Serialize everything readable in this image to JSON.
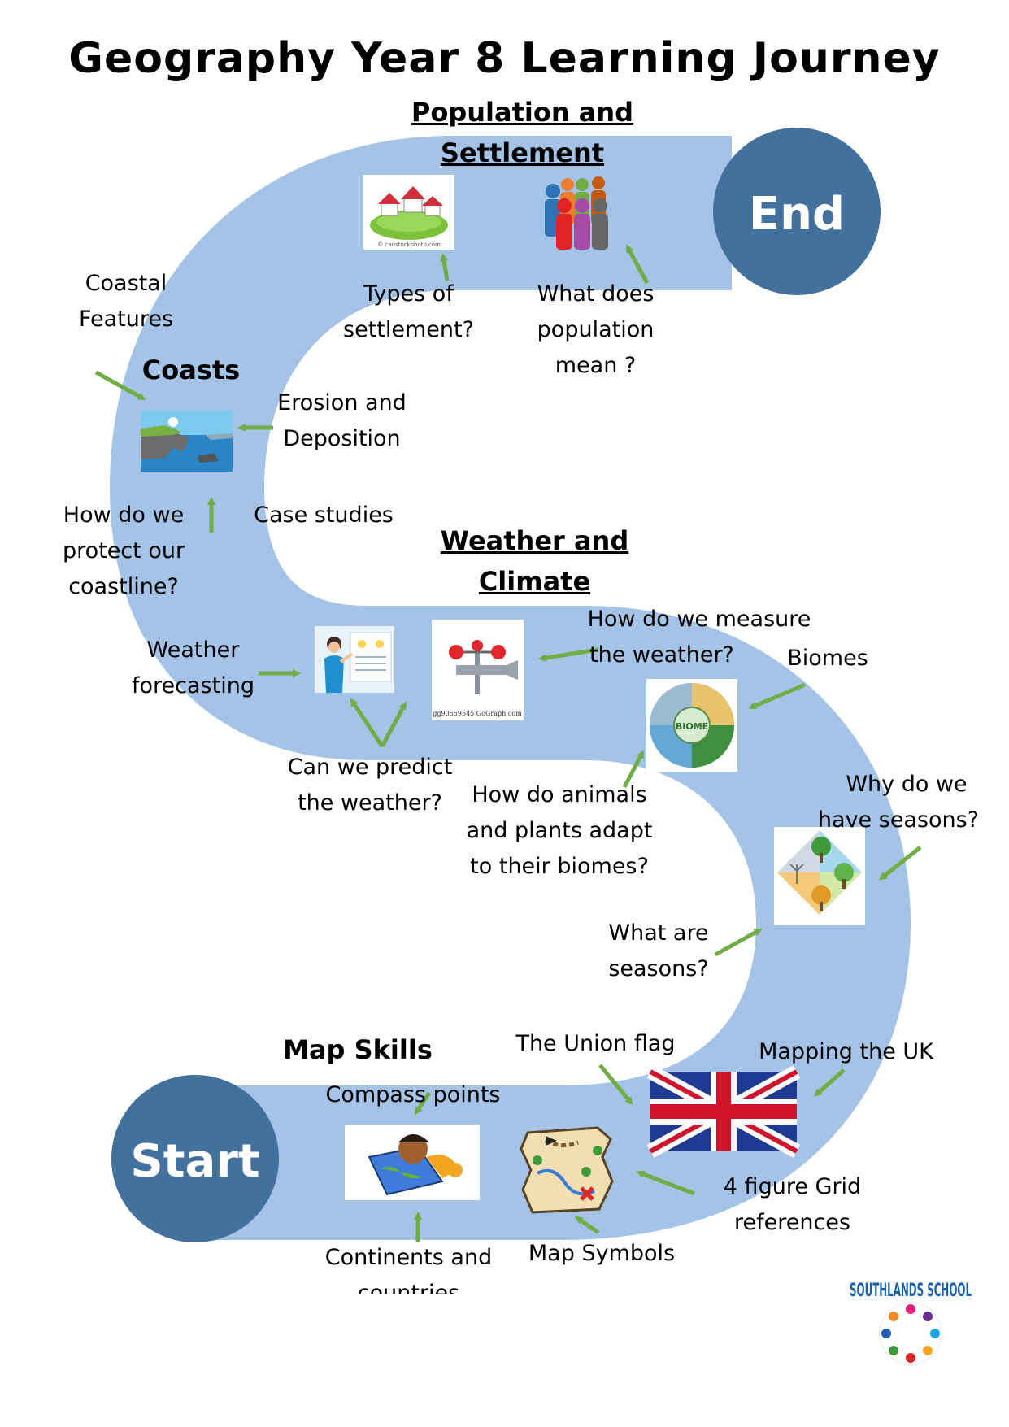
{
  "title": "Geography Year 8 Learning Journey",
  "colors": {
    "path": "#a4c3e6",
    "node": "#41719c",
    "arrow": "#70ad47"
  },
  "nodes": {
    "start": "Start",
    "end": "End"
  },
  "topics": {
    "population": [
      "Population and",
      "Settlement"
    ],
    "coasts": "Coasts",
    "weather": [
      "Weather and",
      "Climate"
    ],
    "map_skills": "Map Skills"
  },
  "labels": {
    "coastal_features": [
      "Coastal",
      "Features"
    ],
    "types_of_settlement": [
      "Types of",
      "settlement?"
    ],
    "what_does_population": [
      "What does",
      "population",
      "mean ?"
    ],
    "erosion": [
      "Erosion and",
      "Deposition"
    ],
    "protect_coastline": [
      "How do we",
      "protect our",
      "coastline?"
    ],
    "case_studies": "Case studies",
    "weather_forecasting": [
      "Weather",
      "forecasting"
    ],
    "measure_weather": [
      "How do we measure",
      "the weather?"
    ],
    "biomes": "Biomes",
    "predict_weather": [
      "Can we predict",
      "the weather?"
    ],
    "animals_plants": [
      "How do animals",
      "and plants adapt",
      "to their biomes?"
    ],
    "why_seasons": [
      "Why do we",
      "have seasons?"
    ],
    "what_are_seasons": [
      "What are",
      "seasons?"
    ],
    "union_flag": "The Union flag",
    "mapping_uk": "Mapping the UK",
    "compass_points": "Compass points",
    "grid_refs": [
      "4 figure Grid",
      "references"
    ],
    "continents": [
      "Continents and",
      "countries"
    ],
    "map_symbols": "Map Symbols"
  },
  "icons": {
    "houses": "houses-icon",
    "people": "people-icon",
    "coast": "coast-icon",
    "forecaster": "weather-forecaster-icon",
    "anemometer": "anemometer-icon",
    "biome": "biome-icon",
    "seasons": "seasons-tree-icon",
    "flag": "union-flag-icon",
    "treasure_map": "treasure-map-icon",
    "explorer": "explorer-map-icon",
    "logo": "school-logo"
  },
  "biome_badge": "BIOME",
  "logo_text": "SOUTHLANDS SCHOOL"
}
